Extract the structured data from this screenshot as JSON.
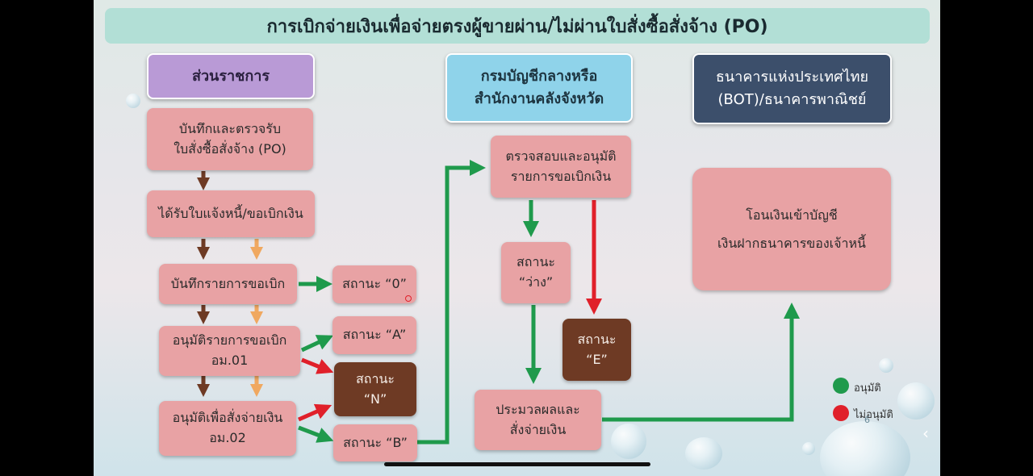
{
  "title": "การเบิกจ่ายเงินเพื่อจ่ายตรงผู้ขายผ่าน/ไม่ผ่านใบสั่งซื้อสั่งจ้าง (PO)",
  "columns": {
    "agency": "ส่วนราชการ",
    "comptroller_line1": "กรมบัญชีกลางหรือ",
    "comptroller_line2": "สำนักงานคลังจังหวัด",
    "bank_line1": "ธนาคารแห่งประเทศไทย",
    "bank_line2": "(BOT)/ธนาคารพาณิชย์"
  },
  "agency_steps": {
    "record_po_line1": "บันทึกและตรวจรับ",
    "record_po_line2": "ใบสั่งซื้อสั่งจ้าง (PO)",
    "receive_invoice": "ได้รับใบแจ้งหนี้/ขอเบิกเงิน",
    "record_request": "บันทึกรายการขอเบิก",
    "approve_request_line1": "อนุมัติรายการขอเบิก",
    "approve_request_line2": "อม.01",
    "approve_payment_line1": "อนุมัติเพื่อสั่งจ่ายเงิน",
    "approve_payment_line2": "อม.02"
  },
  "statuses": {
    "s0": "สถานะ “0”",
    "sA": "สถานะ “A”",
    "sN_line1": "สถานะ",
    "sN_line2": "“N”",
    "sB": "สถานะ “B”",
    "blank_line1": "สถานะ",
    "blank_line2": "“ว่าง”",
    "sE_line1": "สถานะ",
    "sE_line2": "“E”"
  },
  "comptroller_steps": {
    "verify_line1": "ตรวจสอบและอนุมัติ",
    "verify_line2": "รายการขอเบิกเงิน",
    "process_line1": "ประมวลผลและ",
    "process_line2": "สั่งจ่ายเงิน"
  },
  "bank_steps": {
    "transfer_line1": "โอนเงินเข้าบัญชี",
    "transfer_line2": "เงินฝากธนาคารของเจ้าหนี้"
  },
  "legend": {
    "approved": "อนุมัติ",
    "not_approved": "ไม่อนุมัติ"
  },
  "page_number": "6",
  "colors": {
    "green": "#1f9a4c",
    "red": "#e0202a",
    "brown_arrow": "#6e3a24",
    "orange_arrow": "#f0a860",
    "pink_box": "#e8a2a4",
    "brown_box": "#6e3a24"
  }
}
